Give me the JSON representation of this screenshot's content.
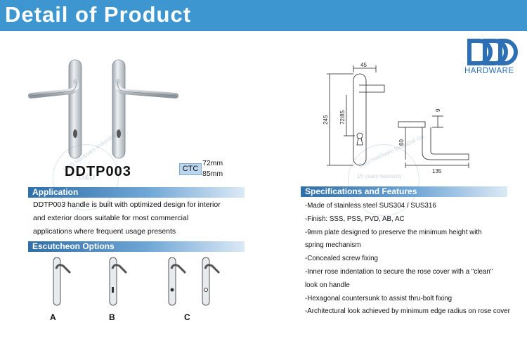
{
  "header": {
    "title": "Detail of Product"
  },
  "brand": {
    "logo_letters": "D&D",
    "logo_word": "HARDWARE",
    "accent": "#2d6fb5",
    "banner_color": "#3d96d0"
  },
  "product": {
    "model": "DDTP003",
    "ctc_label": "CTC",
    "ctc_values": [
      "72mm",
      "85mm"
    ]
  },
  "application": {
    "title": "Application",
    "lines": [
      "DDTP003 handle is built with optimized design for interior",
      "and exterior doors suitable for most commercial",
      "applications where frequent usage presents"
    ]
  },
  "escutcheon": {
    "title": "Escutcheon Options",
    "labels": [
      "A",
      "B",
      "C"
    ]
  },
  "drawing": {
    "dim_45": "45",
    "dim_245": "245",
    "dim_7285": "72/85",
    "dim_9": "9",
    "dim_60": "60",
    "dim_135": "135"
  },
  "watermark": {
    "arc_text_1": "D&D Hardware Industrial Co.",
    "arc_text_2": "D&D Hardware Industrial Co.",
    "center": "D&D",
    "years": "15 years warranty"
  },
  "specs": {
    "title": "Specifications and Features",
    "lines": [
      "-Made of stainless steel SUS304 / SUS316",
      "-Finish: SSS, PSS, PVD, AB, AC",
      "-9mm plate designed to preserve the minimum height with",
      " spring mechanism",
      "-Concealed screw fixing",
      "-Inner rose indentation to secure the rose cover with a \"clean\"",
      " look on handle",
      "-Hexagonal countersunk to assist thru-bolt fixing",
      "-Architectural look achieved by minimum edge radius on rose cover"
    ]
  }
}
